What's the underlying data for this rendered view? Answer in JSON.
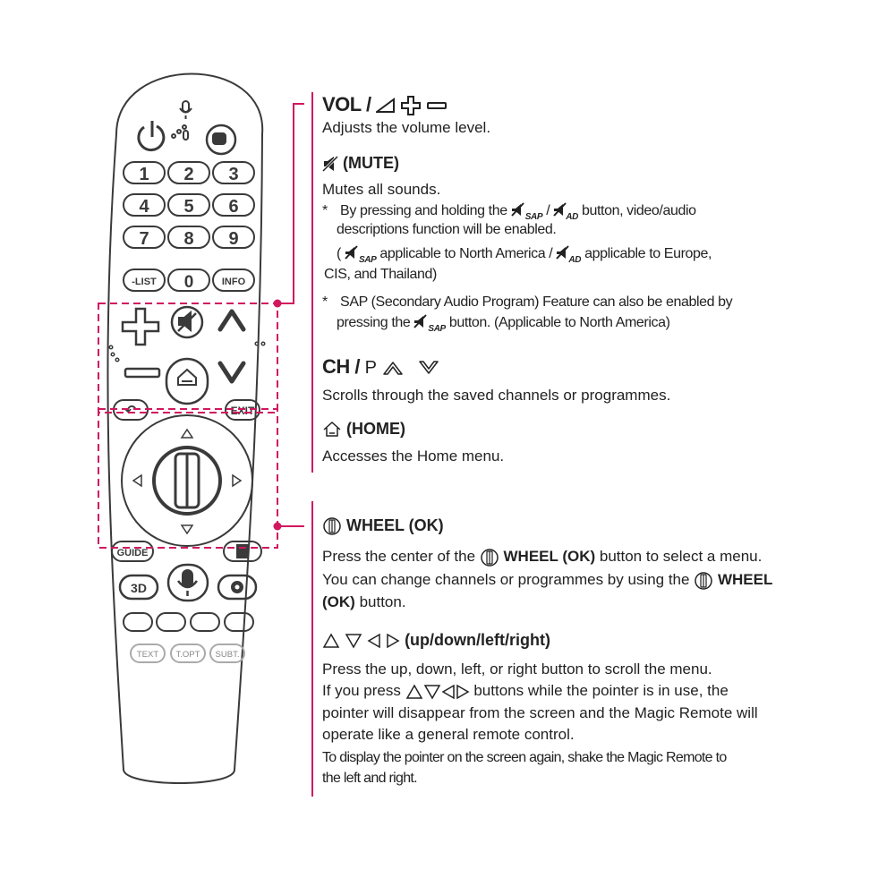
{
  "remote": {
    "number_keys": [
      "1",
      "2",
      "3",
      "4",
      "5",
      "6",
      "7",
      "8",
      "9"
    ],
    "list_label": "-LIST",
    "zero_label": "0",
    "info_label": "INFO",
    "back_label": "↶",
    "exit_label": "EXIT",
    "guide_label": "GUIDE",
    "threed_label": "3D",
    "text_label": "TEXT",
    "topt_label": "T.OPT",
    "subt_label": "SUBT.",
    "outline_color": "#3a3a3a",
    "accent_color": "#d01860"
  },
  "vol": {
    "heading": "VOL /",
    "desc": "Adjusts the volume level."
  },
  "mute": {
    "heading": "(MUTE)",
    "desc": "Mutes all sounds.",
    "note1_star": "*",
    "note1_a": "By pressing and holding the",
    "note1_sep": "/",
    "note1_b": "button, video/audio",
    "note1_c": "descriptions function will be enabled.",
    "note1_d_open": "(",
    "note1_d_a": "applicable to North America /",
    "note1_d_b": "applicable to Europe,",
    "note1_e": "CIS, and Thailand)",
    "note2_star": "*",
    "note2_a": "SAP (Secondary Audio Program) Feature can also be enabled by",
    "note2_b": "pressing the",
    "note2_c": "button. (Applicable to North America)",
    "sub_sap": "SAP",
    "sub_ad": "AD"
  },
  "ch": {
    "heading": "CH /",
    "p_label": "P",
    "desc": "Scrolls through the saved channels or programmes."
  },
  "home": {
    "heading": "(HOME)",
    "desc": "Accesses the Home menu."
  },
  "wheel": {
    "heading": "WHEEL (OK)",
    "line1_a": "Press the center of the",
    "line1_b": "WHEEL (OK)",
    "line1_c": "button to select a menu.",
    "line2_a": "You can change channels or programmes by using the",
    "line2_b": "WHEEL",
    "line3_a": "(OK)",
    "line3_b": "button."
  },
  "arrows": {
    "heading": "(up/down/left/right)",
    "line1": "Press the up, down, left, or right button to scroll the menu.",
    "line2_a": "If you press",
    "line2_b": "buttons while the pointer is in use, the",
    "line3": "pointer will disappear from the screen and the Magic Remote will",
    "line4": "operate like a general remote control.",
    "line5": "To display the pointer on the screen again, shake the Magic Remote to",
    "line6": "the left and right."
  }
}
